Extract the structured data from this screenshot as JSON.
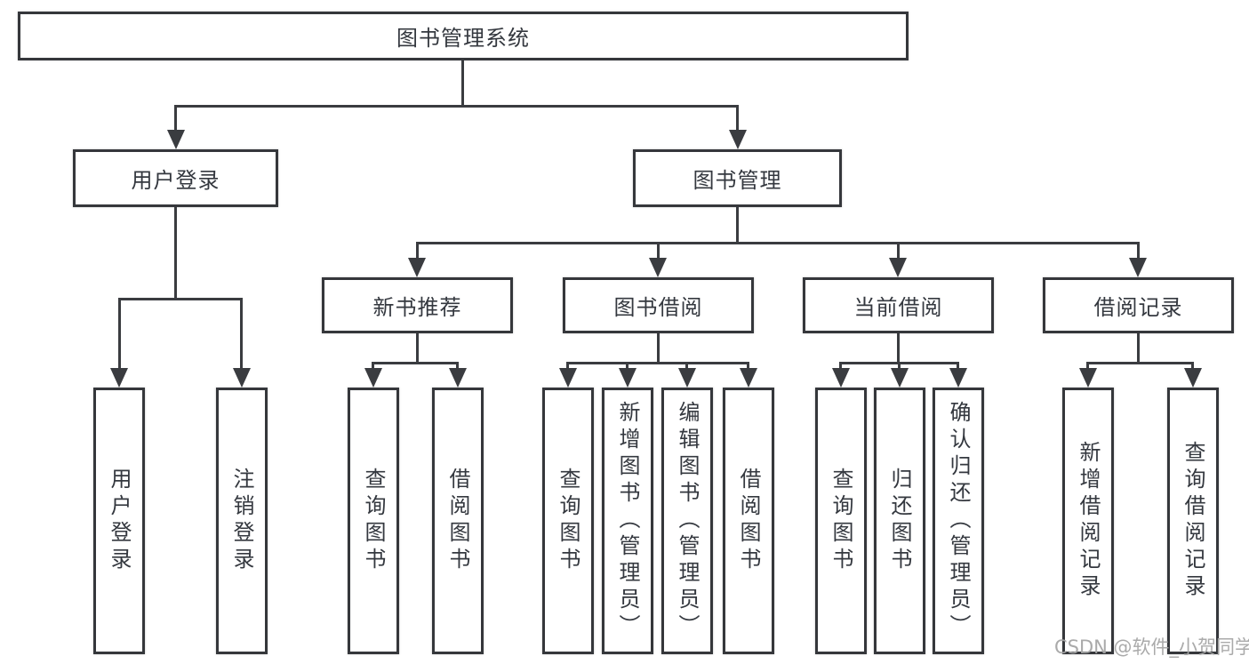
{
  "diagram": {
    "root": "图书管理系统",
    "level2": {
      "user_login": "用户登录",
      "book_management": "图书管理"
    },
    "level3": {
      "recommend": "新书推荐",
      "borrow": "图书借阅",
      "current": "当前借阅",
      "records": "借阅记录"
    },
    "leaves": {
      "login": [
        "用户登录",
        "注销登录"
      ],
      "recommend": [
        "查询图书",
        "借阅图书"
      ],
      "borrow": [
        "查询图书",
        "新增图书（管理员）",
        "编辑图书（管理员）",
        "借阅图书"
      ],
      "current": [
        "查询图书",
        "归还图书",
        "确认归还（管理员）"
      ],
      "records": [
        "新增借阅记录",
        "查询借阅记录"
      ]
    },
    "watermark": "CSDN @软件_小贺同学",
    "icons": {
      "connector_arrow": "arrow-down"
    },
    "colors": {
      "line": "#3a3c40",
      "box_border": "#35373b",
      "text": "#34383f",
      "watermark": "#a5a5a5",
      "background": "#ffffff"
    }
  }
}
